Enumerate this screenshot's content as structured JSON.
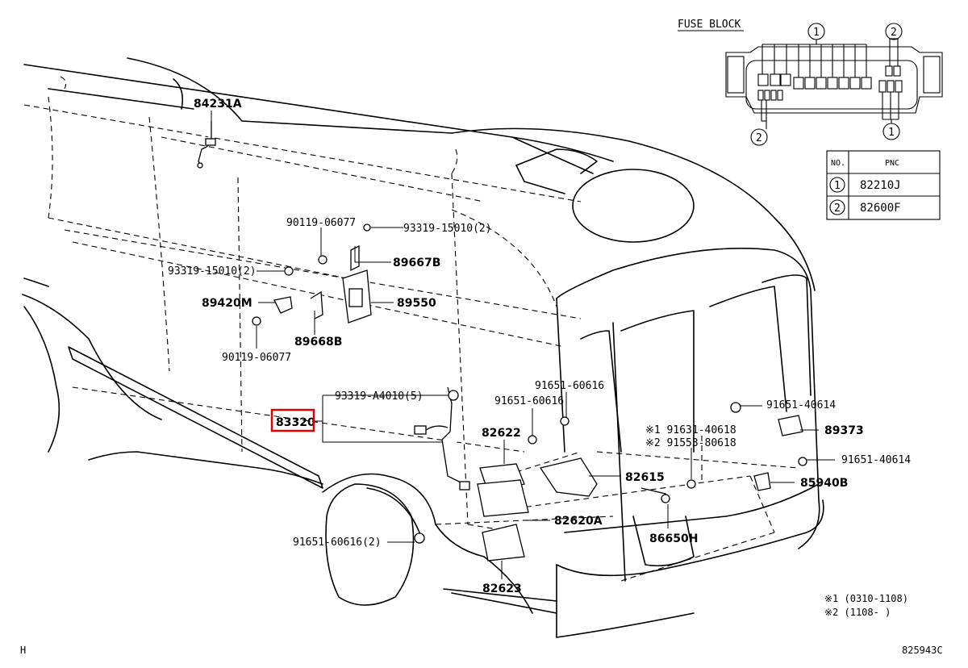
{
  "fuse_block": {
    "title": "FUSE BLOCK",
    "callout_1": "1",
    "callout_2": "2",
    "table_header_no": "NO.",
    "table_header_pnc": "PNC",
    "rows": [
      {
        "no": "1",
        "pnc": "82210J"
      },
      {
        "no": "2",
        "pnc": "82600F"
      }
    ]
  },
  "labels": {
    "p84231A": "84231A",
    "p90119_top": "90119-06077",
    "p93319_15010_a": "93319-15010(2)",
    "p89667B": "89667B",
    "p93319_15010_b": "93319-15010(2)",
    "p89420M": "89420M",
    "p89550": "89550",
    "p89668B": "89668B",
    "p90119_bot": "90119-06077",
    "p93319_A4010": "93319-A4010(5)",
    "p83320": "83320",
    "p91651_60616_a": "91651-60616",
    "p91651_60616_b": "91651-60616",
    "p82622": "82622",
    "p91651_40614_a": "91651-40614",
    "p91631": "※1 91631-40618",
    "p91553": "※2 91553-80618",
    "p89373": "89373",
    "p91651_40614_b": "91651-40614",
    "p82615": "82615",
    "p85940B": "85940B",
    "p82620A": "82620A",
    "p91651_60616_c": "91651-60616(2)",
    "p86650H": "86650H",
    "p82623": "82623"
  },
  "notes": {
    "n1": "※1 (0310-1108)",
    "n2": "※2 (1108-     )"
  },
  "corner": {
    "left": "H",
    "right": "825943C"
  },
  "highlight_color": "#e00000"
}
